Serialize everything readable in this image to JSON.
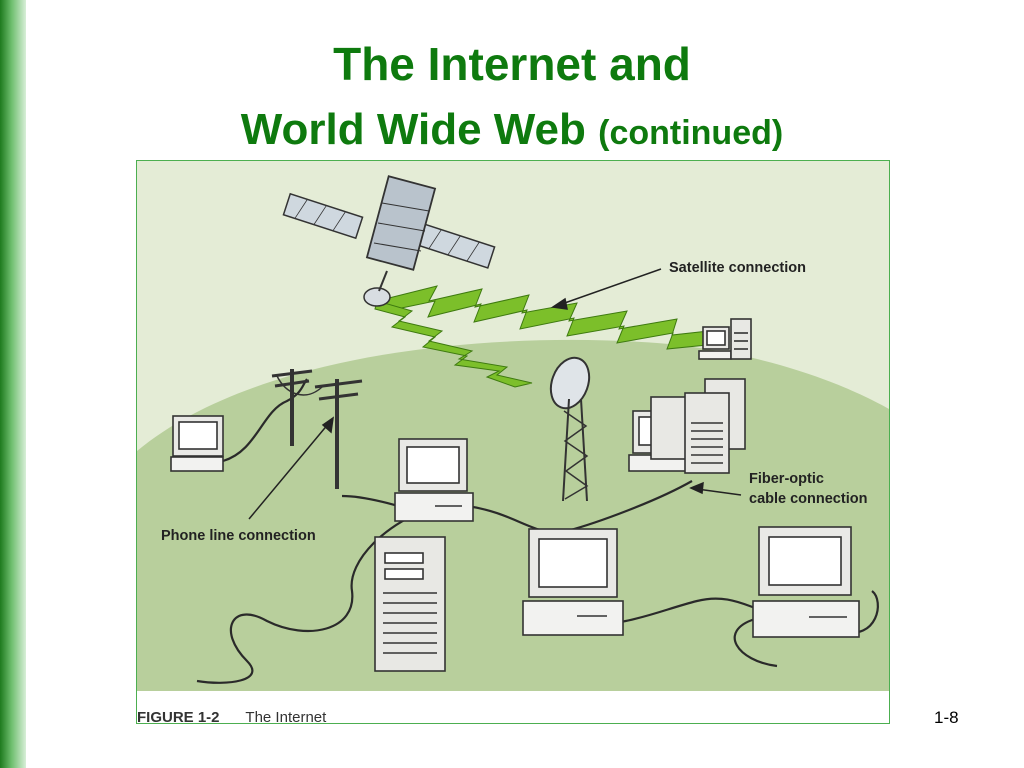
{
  "title": {
    "line1": "The Internet and",
    "line2": "World Wide Web",
    "line2_suffix": "(continued)"
  },
  "figure": {
    "labels": {
      "satellite": "Satellite connection",
      "fiber_line1": "Fiber-optic",
      "fiber_line2": "cable connection",
      "phone": "Phone line connection"
    },
    "caption_number": "FIGURE 1-2",
    "caption_text": "The Internet"
  },
  "page_number": "1-8",
  "colors": {
    "title": "#0e7a0e",
    "sky": "#e4ecd6",
    "hill": "#b8cf9c",
    "lightning": "#7cbf2a"
  }
}
